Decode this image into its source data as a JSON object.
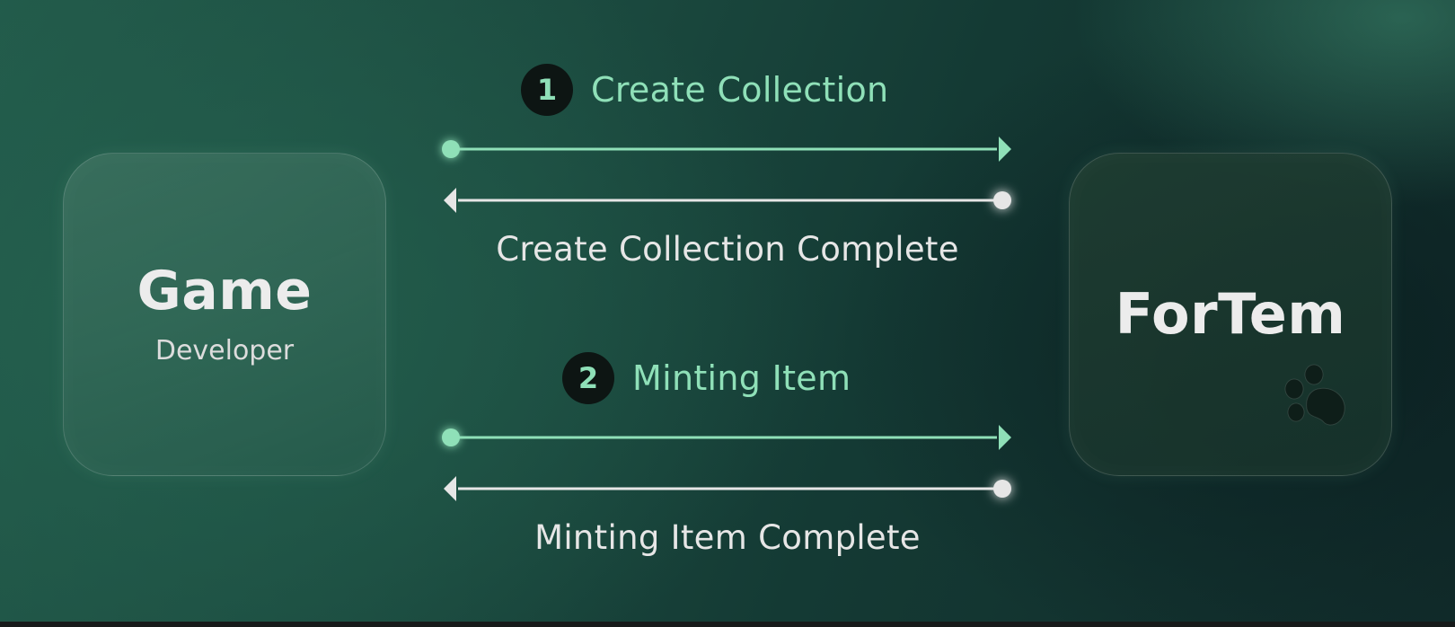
{
  "nodes": {
    "left": {
      "title": "Game",
      "subtitle": "Developer"
    },
    "right": {
      "title": "ForTem",
      "icon": "paw-icon"
    }
  },
  "steps": [
    {
      "number": "1",
      "label": "Create Collection",
      "response": "Create Collection Complete"
    },
    {
      "number": "2",
      "label": "Minting Item",
      "response": "Minting Item Complete"
    }
  ],
  "colors": {
    "accent": "#8fe0b8",
    "response": "#e6e6e6",
    "badge": "#0d1513"
  }
}
